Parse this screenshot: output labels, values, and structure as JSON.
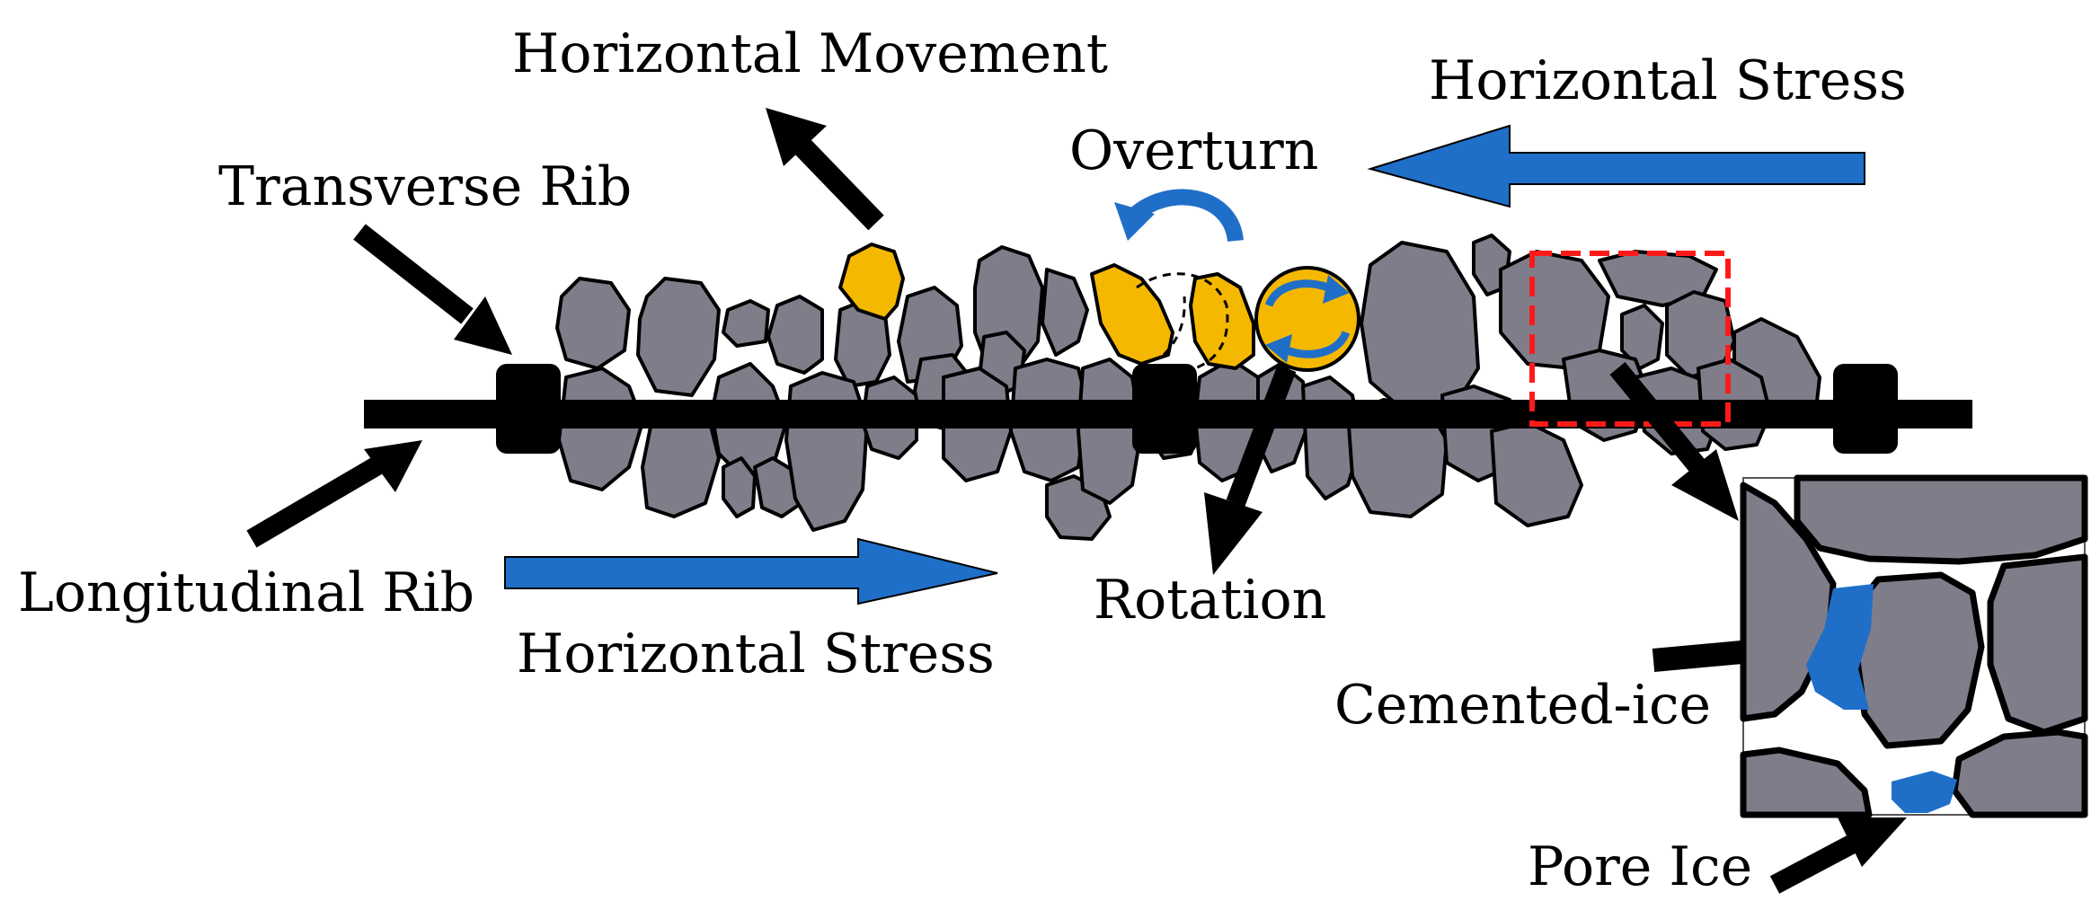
{
  "labels": {
    "horizontal_movement": "Horizontal Movement",
    "horizontal_stress_top": "Horizontal Stress",
    "overturn": "Overturn",
    "transverse_rib": "Transverse Rib",
    "longitudinal_rib": "Longitudinal Rib",
    "horizontal_stress_bottom": "Horizontal Stress",
    "rotation": "Rotation",
    "cemented_ice": "Cemented-ice",
    "pore_ice": "Pore Ice"
  },
  "colors": {
    "particle_fill": "#7f7d8a",
    "moving_particle_fill": "#f5b800",
    "stress_arrow": "#1f6fc9",
    "ice": "#1f6fc9",
    "rib": "#000000",
    "zoom_box": "#ff1a1a"
  }
}
